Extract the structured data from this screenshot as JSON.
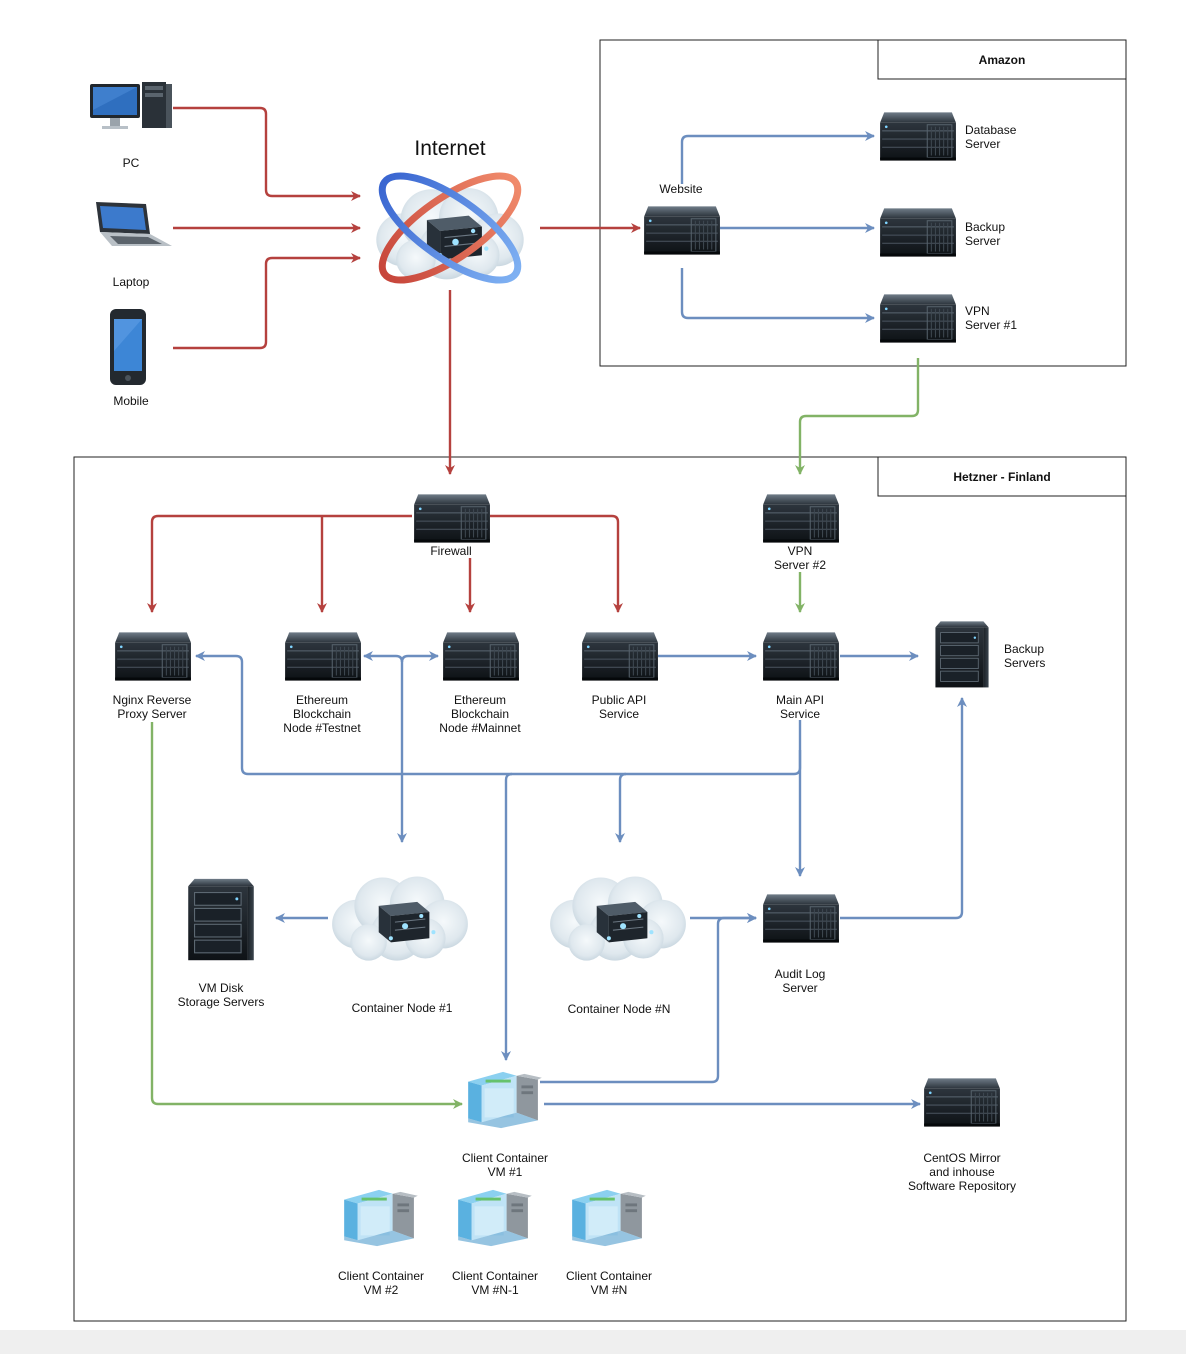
{
  "internet": "Internet",
  "clients": {
    "pc": "PC",
    "laptop": "Laptop",
    "mobile": "Mobile"
  },
  "amazon": {
    "title": "Amazon",
    "website": "Website",
    "database": "Database\nServer",
    "backup": "Backup\nServer",
    "vpn1": "VPN\nServer #1"
  },
  "hetzner": {
    "title": "Hetzner - Finland",
    "firewall": "Firewall",
    "vpn2": "VPN\nServer #2",
    "nginx": "Nginx Reverse\nProxy Server",
    "eth_testnet": "Ethereum\nBlockchain\nNode #Testnet",
    "eth_mainnet": "Ethereum\nBlockchain\nNode #Mainnet",
    "public_api": "Public API\nService",
    "main_api": "Main API\nService",
    "backup_servers": "Backup\nServers",
    "vm_disk": "VM Disk\nStorage Servers",
    "container1": "Container Node #1",
    "containerN": "Container Node #N",
    "audit_log": "Audit Log\nServer",
    "client_vm1": "Client Container\nVM #1",
    "centos": "CentOS Mirror\nand inhouse\nSoftware Repository",
    "client_vm2": "Client Container\nVM #2",
    "client_vmN1": "Client Container\nVM #N-1",
    "client_vmN": "Client Container\nVM #N"
  },
  "colors": {
    "red": "#b5413e",
    "blue": "#6c8ebf",
    "green": "#82b366"
  }
}
